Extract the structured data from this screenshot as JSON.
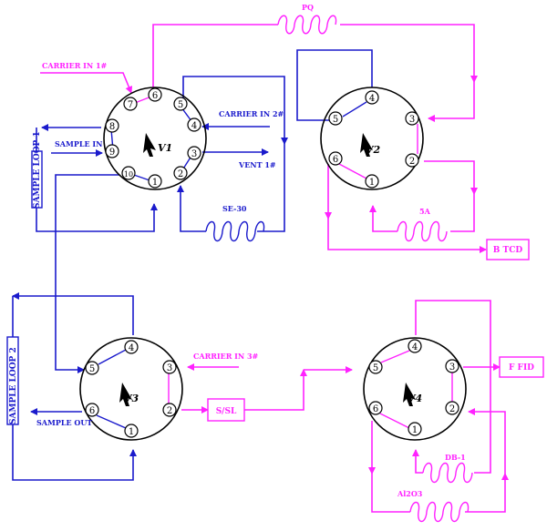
{
  "colors": {
    "blue": "#1a1acc",
    "magenta": "#ff22ff",
    "black": "#000000"
  },
  "valves": [
    {
      "id": "V1",
      "label": "V1",
      "ports": [
        "1",
        "2",
        "3",
        "4",
        "5",
        "6",
        "7",
        "8",
        "9",
        "10"
      ]
    },
    {
      "id": "V2",
      "label": "V2",
      "ports": [
        "1",
        "2",
        "3",
        "4",
        "5",
        "6"
      ]
    },
    {
      "id": "V3",
      "label": "V3",
      "ports": [
        "1",
        "2",
        "3",
        "4",
        "5",
        "6"
      ]
    },
    {
      "id": "V4",
      "label": "V4",
      "ports": [
        "1",
        "2",
        "3",
        "4",
        "5",
        "6"
      ]
    }
  ],
  "labels": {
    "carrier_in_1": "CARRIER IN 1#",
    "carrier_in_2": "CARRIER IN 2#",
    "carrier_in_3": "CARRIER IN 3#",
    "sample_in": "SAMPLE IN",
    "sample_out": "SAMPLE OUT",
    "vent_1": "VENT 1#",
    "pq": "PQ",
    "se30": "SE-30",
    "fivea": "5A",
    "db1": "DB-1",
    "al2o3": "Al2O3",
    "sample_loop_1": "SAMPLE LOOP 1",
    "sample_loop_2": "SAMPLE LOOP 2",
    "b_tcd": "B TCD",
    "f_fid": "F FID",
    "ssl": "S/SL"
  }
}
